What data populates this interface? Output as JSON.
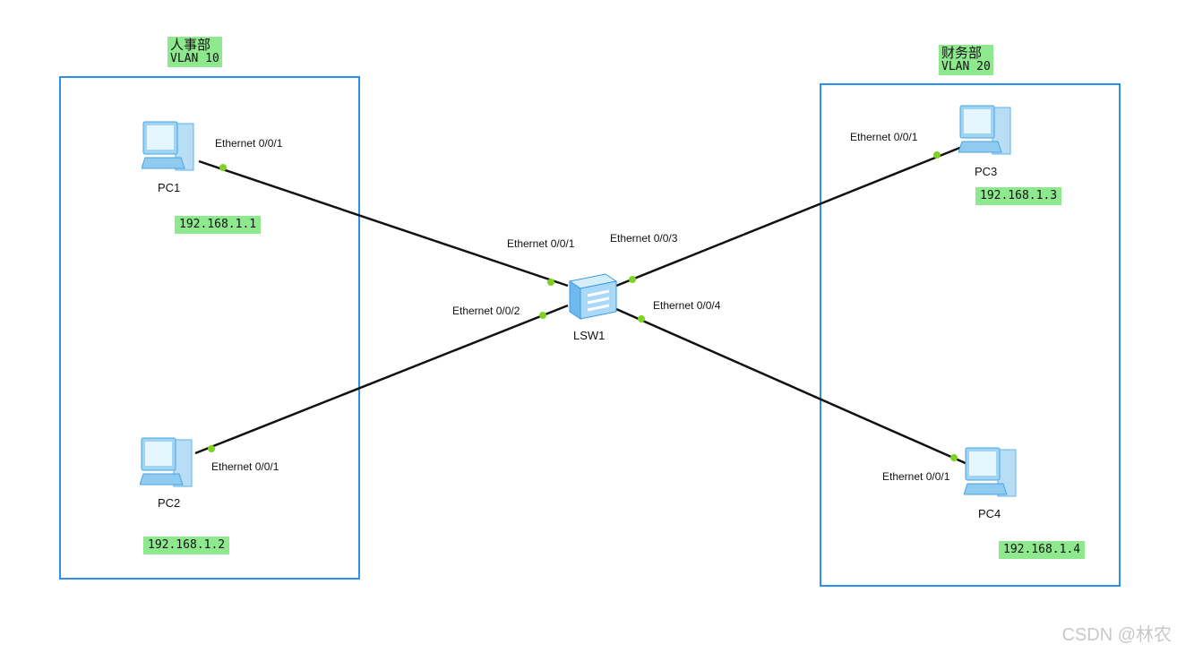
{
  "zones": {
    "left": {
      "name": "人事部",
      "vlan": "VLAN 10"
    },
    "right": {
      "name": "财务部",
      "vlan": "VLAN 20"
    }
  },
  "switch": {
    "name": "LSW1",
    "ports": [
      "Ethernet 0/0/1",
      "Ethernet 0/0/2",
      "Ethernet 0/0/3",
      "Ethernet 0/0/4"
    ]
  },
  "pcs": [
    {
      "name": "PC1",
      "ip": "192.168.1.1",
      "port": "Ethernet 0/0/1"
    },
    {
      "name": "PC2",
      "ip": "192.168.1.2",
      "port": "Ethernet 0/0/1"
    },
    {
      "name": "PC3",
      "ip": "192.168.1.3",
      "port": "Ethernet 0/0/1"
    },
    {
      "name": "PC4",
      "ip": "192.168.1.4",
      "port": "Ethernet 0/0/1"
    }
  ],
  "watermark": "CSDN @林农",
  "colors": {
    "zone_border": "#2e8ff0",
    "label_bg": "#8ee88e",
    "link": "#111111",
    "port_dot": "#7ed321"
  }
}
